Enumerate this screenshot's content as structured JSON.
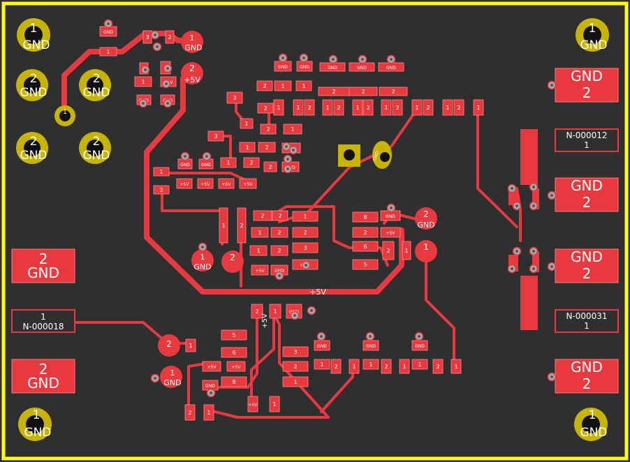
{
  "colors": {
    "board": "#2f2f2f",
    "outline": "#ffff00",
    "copper": "#e8393f",
    "pad_outline": "#ff7a7a",
    "via": "#a8a8a8",
    "gold": "#c8b400",
    "text": "#ffffff",
    "marker": "#4a4aff"
  },
  "holes": {
    "tl_num": "1",
    "tl_net": "GND",
    "tr_num": "1",
    "tr_net": "GND",
    "bl_num": "1",
    "bl_net": "GND",
    "br_num": "1",
    "br_net": "GND",
    "l1_num": "2",
    "l1_net": "GND",
    "l2_num": "2",
    "l2_net": "GND",
    "l3_num": "2",
    "l3_net": "GND",
    "l4_num": "2",
    "l4_net": "GND",
    "j_num": "1"
  },
  "connectors": {
    "left_top_num": "2",
    "left_top_net": "GND",
    "left_mid_num": "1",
    "left_mid_net": "N-000018",
    "left_bot_num": "2",
    "left_bot_net": "GND",
    "right_1_num": "2",
    "right_1_net": "GND",
    "right_2_num": "1",
    "right_2_net": "N-000012",
    "right_3_num": "2",
    "right_3_net": "GND",
    "right_4_num": "2",
    "right_4_net": "GND",
    "right_5_num": "1",
    "right_5_net": "N-000031",
    "right_6_num": "2",
    "right_6_net": "GND"
  },
  "round_pads": {
    "p1_num": "1",
    "p1_net": "GND",
    "p2_num": "2",
    "p2_net": "+5V",
    "p3_num": "1",
    "p3_net": "GND",
    "p4_num": "2",
    "p5_num": "2",
    "p5_net": "GND",
    "p6_num": "1",
    "p7_num": "2",
    "p8_num": "1",
    "p8_net": "GND"
  },
  "labels": {
    "bus_5v": "+5V",
    "sensor": "GND",
    "vertical_5v": "+5V"
  },
  "pads": {
    "p_1": "1",
    "p_2": "2",
    "p_3": "3",
    "p_5": "5",
    "p_6": "6",
    "p_8": "8",
    "gnd": "GND",
    "vcc": "+5V"
  }
}
